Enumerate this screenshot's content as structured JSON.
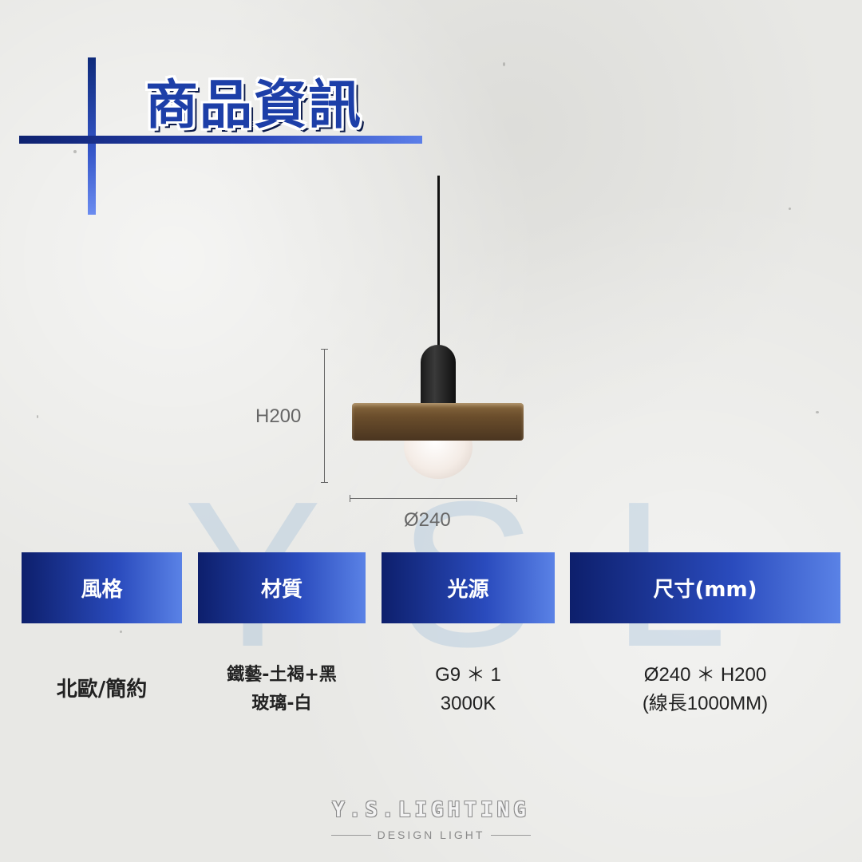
{
  "header": {
    "title": "商品資訊"
  },
  "watermark": {
    "text": "YSL"
  },
  "drawing": {
    "height_label": "H200",
    "diameter_label": "Ø240"
  },
  "specs": [
    {
      "header": "風格",
      "lines": [
        "北歐/簡約"
      ]
    },
    {
      "header": "材質",
      "lines": [
        "鐵藝-土褐+黑",
        "玻璃-白"
      ]
    },
    {
      "header": "光源",
      "lines": [
        "G9 ＊ 1",
        "3000K"
      ]
    },
    {
      "header": "尺寸(mm)",
      "lines": [
        "Ø240 ＊ H200",
        "(線長1000MM)"
      ]
    }
  ],
  "footer": {
    "brand": "Y.S.LIGHTING",
    "tagline": "DESIGN LIGHT"
  },
  "colors": {
    "accent": "#1d3fa8",
    "header_gradient_start": "#0d1f6c",
    "header_gradient_end": "#5a82e6"
  }
}
